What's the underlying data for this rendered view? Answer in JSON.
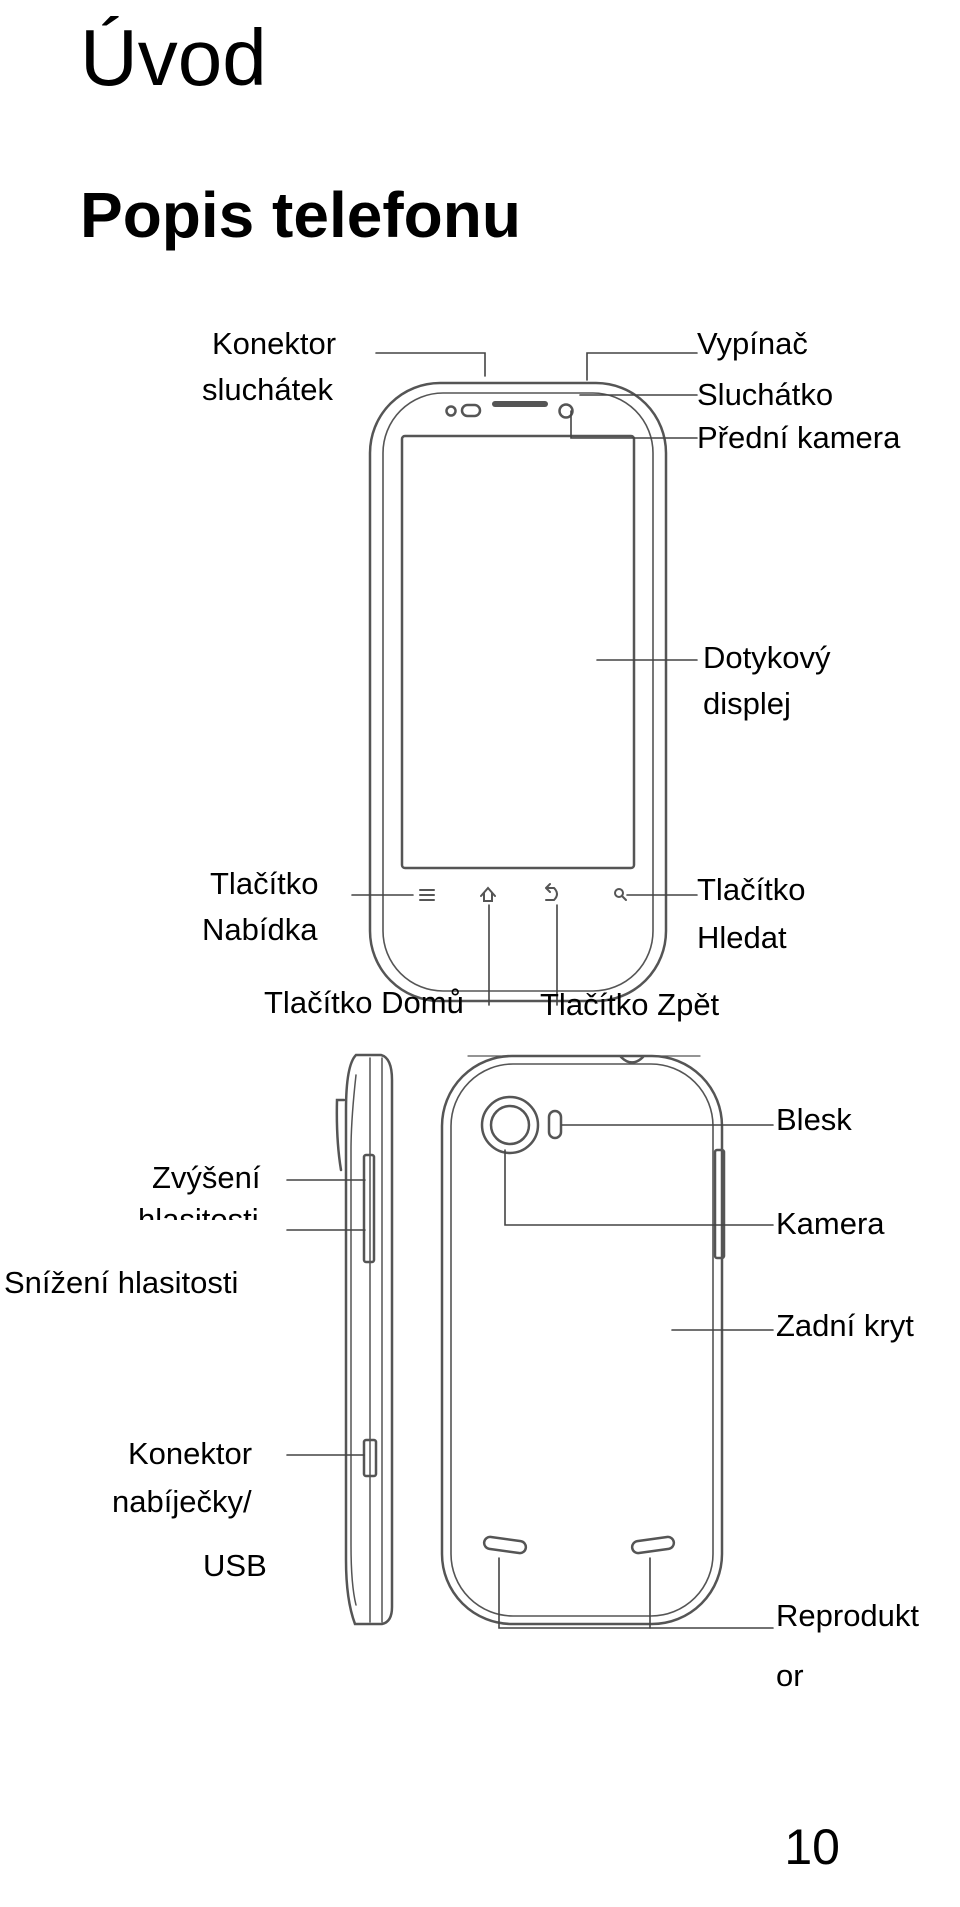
{
  "headings": {
    "chapter": "Úvod",
    "section": "Popis telefonu"
  },
  "front_labels": {
    "headset_jack": [
      "Konektor",
      "sluchátek"
    ],
    "power": "Vypínač",
    "earpiece": "Sluchátko",
    "front_camera": "Přední kamera",
    "touchscreen": [
      "Dotykový",
      "displej"
    ],
    "menu_key": [
      "Tlačítko",
      "Nabídka"
    ],
    "search_key": [
      "Tlačítko",
      "Hledat"
    ],
    "home_key": "Tlačítko Domů",
    "back_key": "Tlačítko Zpět"
  },
  "side_labels": {
    "volume_up": [
      "Zvýšení",
      "hlasitosti"
    ],
    "volume_down": "Snížení hlasitosti",
    "charger_usb": [
      "Konektor",
      "nabíječky/",
      "USB"
    ]
  },
  "back_labels": {
    "flash": "Blesk",
    "camera": "Kamera",
    "back_cover": "Zadní kryt",
    "speaker": [
      "Reprodukt",
      "or"
    ]
  },
  "page_number": "10"
}
